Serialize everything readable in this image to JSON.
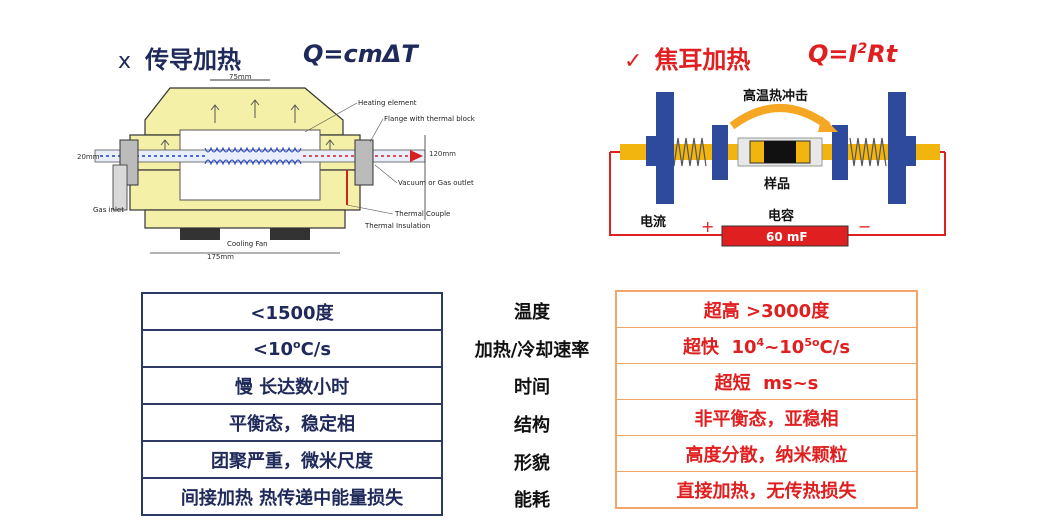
{
  "left_header": {
    "mark": "x",
    "title": "传导加热",
    "formula": "Q=cmΔT"
  },
  "right_header": {
    "mark": "✓",
    "title": "焦耳加热",
    "formula_prefix": "Q=I",
    "formula_sup": "2",
    "formula_suffix": "Rt"
  },
  "furnace_diagram": {
    "dim_top": "75mm",
    "dim_height": "120mm",
    "dim_bottom": "175mm",
    "dim_left": "20mm",
    "labels": {
      "heating_element": "Heating element",
      "flange": "Flange with thermal block",
      "vacuum": "Vacuum or Gas outlet",
      "gas_inlet": "Gas inlet",
      "thermal_couple": "Thermal Couple",
      "thermal_insulation": "Thermal Insulation",
      "cooling_fan": "Cooling Fan"
    },
    "colors": {
      "body": "#f5f0a8",
      "outline": "#333333",
      "insulation": "#d9d9d9",
      "arrow_red": "#d42020",
      "arrow_blue": "#1a3ec8"
    }
  },
  "joule_diagram": {
    "shock_label": "高温热冲击",
    "sample_label": "样品",
    "current_label": "电流",
    "capacitor_label": "电容",
    "capacitor_value": "60 mF",
    "plus": "+",
    "minus": "−",
    "colors": {
      "electrode": "#2e4a9c",
      "rod": "#f2b40f",
      "wire": "#e02020",
      "arrow": "#f5a623"
    }
  },
  "rows": [
    {
      "left": "<1500度",
      "mid": "温度",
      "right": "超高 >3000度"
    },
    {
      "left_base": "<10",
      "left_sup": "o",
      "left_tail": "C/s",
      "mid": "加热/冷却速率",
      "right_a": "超快  10",
      "right_sup1": "4",
      "right_b": "~10",
      "right_sup2": "5o",
      "right_c": "C/s"
    },
    {
      "left": "慢 长达数小时",
      "mid": "时间",
      "right": "超短  ms~s"
    },
    {
      "left": "平衡态，稳定相",
      "mid": "结构",
      "right": "非平衡态，亚稳相"
    },
    {
      "left": "团聚严重，微米尺度",
      "mid": "形貌",
      "right": "高度分散，纳米颗粒"
    },
    {
      "left": "间接加热  热传递中能量损失",
      "mid": "能耗",
      "right": "直接加热，无传热损失"
    }
  ]
}
